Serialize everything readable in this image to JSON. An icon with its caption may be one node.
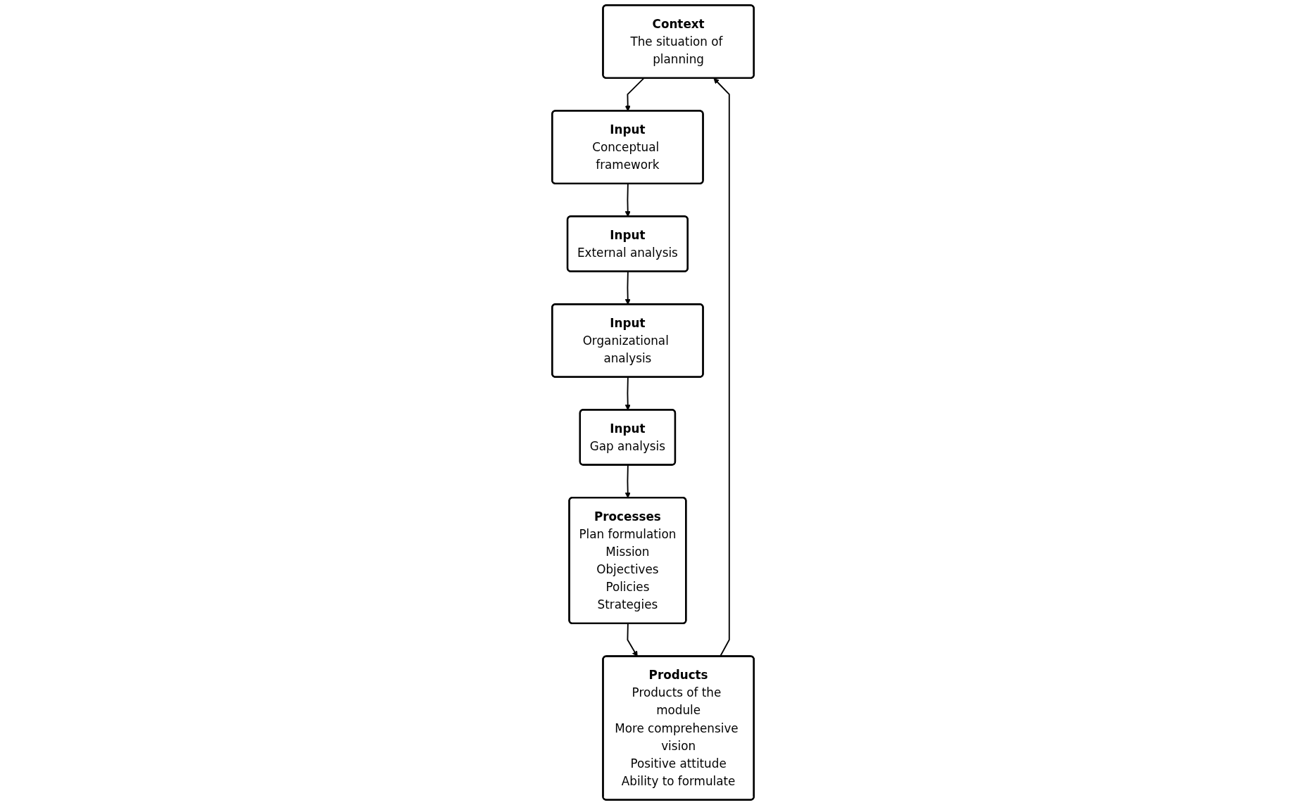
{
  "diagram": {
    "nodes": [
      {
        "text": [
          "Context",
          "The situation of planning"
        ]
      },
      {
        "text": [
          "Input",
          "Conceptual framework"
        ]
      },
      {
        "text": [
          "Input",
          "External analysis"
        ]
      },
      {
        "text": [
          "Input",
          "Organizational analysis"
        ]
      },
      {
        "text": [
          "Input",
          "Gap analysis"
        ]
      },
      {
        "text": [
          "Processes",
          "Plan formulation",
          "Mission",
          "Objectives",
          "Policies",
          "Strategies"
        ]
      },
      {
        "text": [
          "Products",
          "Products of the module",
          "More comprehensive vision",
          "Positive attitude",
          "Ability to formulate"
        ]
      }
    ],
    "edges": [
      {
        "from": 0,
        "to": 1,
        "arrow": "to"
      },
      {
        "from": 1,
        "to": 2,
        "arrow": "to"
      },
      {
        "from": 2,
        "to": 3,
        "arrow": "to"
      },
      {
        "from": 3,
        "to": 4,
        "arrow": "to"
      },
      {
        "from": 4,
        "to": 5,
        "arrow": "to"
      },
      {
        "from": 5,
        "to": 6,
        "arrow": "to"
      },
      {
        "from": 6,
        "to": 0,
        "arrow": "to"
      }
    ]
  }
}
